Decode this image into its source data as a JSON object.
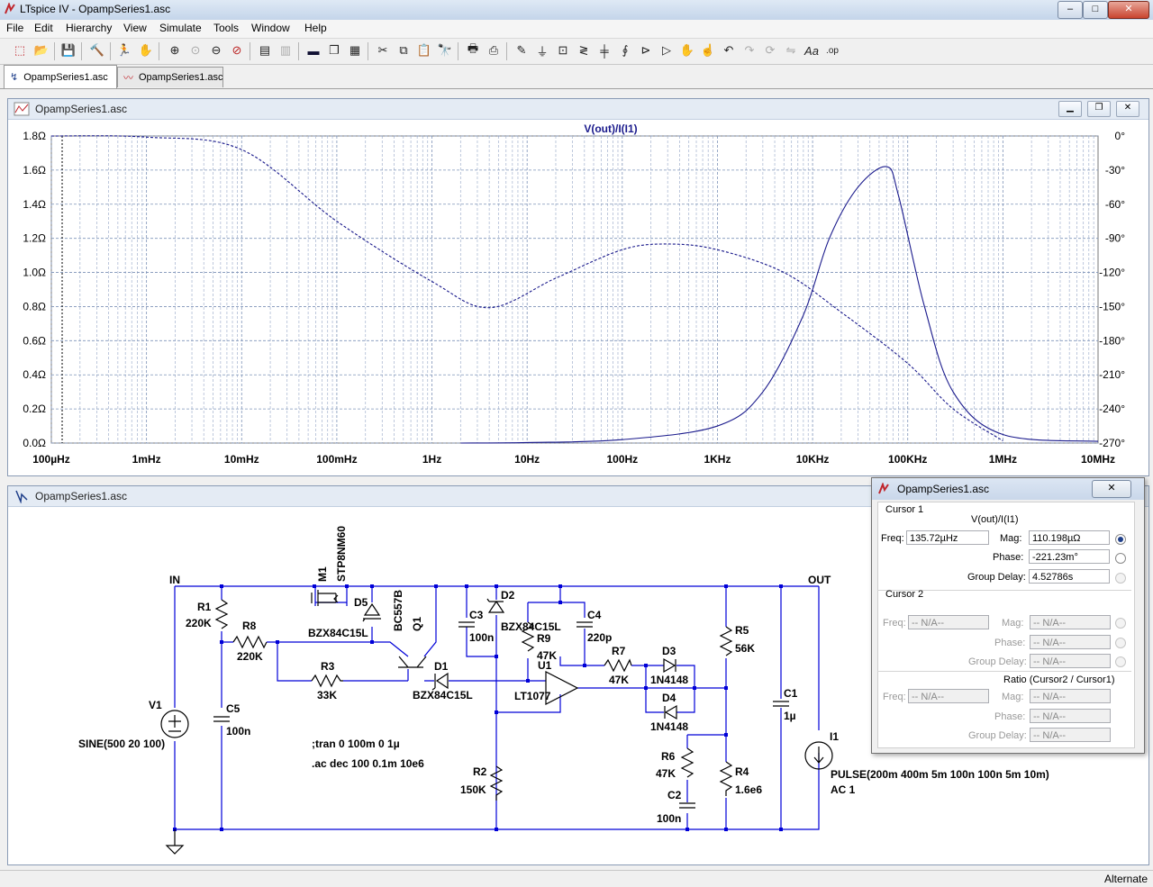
{
  "window": {
    "title": "LTspice IV - OpampSeries1.asc",
    "minimize": "–",
    "maximize": "□",
    "close": "✕"
  },
  "menu": [
    "File",
    "Edit",
    "Hierarchy",
    "View",
    "Simulate",
    "Tools",
    "Window",
    "Help"
  ],
  "tabs": [
    {
      "label": "OpampSeries1.asc",
      "active": true
    },
    {
      "label": "OpampSeries1.asc",
      "active": false
    }
  ],
  "plot_window": {
    "title": "OpampSeries1.asc",
    "trace_label": "V(out)/I(I1)"
  },
  "chart_data": {
    "type": "line",
    "title": "V(out)/I(I1)",
    "x_scale": "log",
    "xlim": [
      0.0001,
      10000000
    ],
    "x_ticks": [
      "100µHz",
      "1mHz",
      "10mHz",
      "100mHz",
      "1Hz",
      "10Hz",
      "100Hz",
      "1KHz",
      "10KHz",
      "100KHz",
      "1MHz",
      "10MHz"
    ],
    "y_left_label_unit": "Ω",
    "y_left_ticks": [
      "1.8Ω",
      "1.6Ω",
      "1.4Ω",
      "1.2Ω",
      "1.0Ω",
      "0.8Ω",
      "0.6Ω",
      "0.4Ω",
      "0.2Ω",
      "0.0Ω"
    ],
    "ylim_left": [
      0,
      1.8
    ],
    "y_right_ticks": [
      "0°",
      "-30°",
      "-60°",
      "-90°",
      "-120°",
      "-150°",
      "-180°",
      "-210°",
      "-240°",
      "-270°"
    ],
    "ylim_right": [
      -270,
      0
    ],
    "grid": true,
    "series": [
      {
        "name": "Magnitude",
        "axis": "left",
        "style": "solid",
        "color": "#1a1a8c",
        "x": [
          2,
          10,
          100,
          1000,
          3000,
          8000,
          15000,
          30000,
          60000,
          80000,
          150000,
          300000,
          1000000,
          10000000
        ],
        "y": [
          0,
          0.003,
          0.02,
          0.1,
          0.3,
          0.75,
          1.2,
          1.5,
          1.62,
          1.45,
          0.8,
          0.3,
          0.05,
          0.01
        ]
      },
      {
        "name": "Phase",
        "axis": "right",
        "style": "dashed",
        "color": "#1a1a8c",
        "x": [
          0.0001,
          0.001,
          0.01,
          0.1,
          1,
          4,
          20,
          100,
          300,
          1000,
          5000,
          20000,
          100000,
          300000,
          1000000
        ],
        "y": [
          0,
          -1,
          -12,
          -75,
          -128,
          -151,
          -125,
          -100,
          -95,
          -100,
          -120,
          -155,
          -200,
          -240,
          -268
        ]
      }
    ]
  },
  "schematic_window": {
    "title": "OpampSeries1.asc"
  },
  "schematic": {
    "nets": {
      "in": "IN",
      "out": "OUT"
    },
    "parts": {
      "R1": [
        "R1",
        "220K"
      ],
      "R8": [
        "R8",
        "220K"
      ],
      "R3": [
        "R3",
        "33K"
      ],
      "R9": [
        "R9",
        "47K"
      ],
      "R7": [
        "R7",
        "47K"
      ],
      "R5": [
        "R5",
        "56K"
      ],
      "R6": [
        "R6",
        "47K"
      ],
      "R4": [
        "R4",
        "1.6e6"
      ],
      "R2": [
        "R2",
        "150K"
      ],
      "C5": [
        "C5",
        "100n"
      ],
      "C3": [
        "C3",
        "100n"
      ],
      "C4": [
        "C4",
        "220p"
      ],
      "C1": [
        "C1",
        "1µ"
      ],
      "C2": [
        "C2",
        "100n"
      ],
      "D5": [
        "D5",
        "BZX84C15L"
      ],
      "D2": [
        "D2",
        "BZX84C15L"
      ],
      "D1": [
        "D1",
        "BZX84C15L"
      ],
      "D3": [
        "D3",
        "1N4148"
      ],
      "D4": [
        "D4",
        "1N4148"
      ],
      "M1": [
        "M1",
        "STP8NM60"
      ],
      "Q1": [
        "Q1",
        "BC557B"
      ],
      "U1": [
        "U1",
        "LT1077"
      ],
      "V1": [
        "V1",
        "SINE(500 20 100)"
      ],
      "I1": [
        "I1",
        "PULSE(200m 400m 5m 100n 100n 5m 10m)",
        "AC 1"
      ]
    },
    "directives": [
      ";tran 0 100m 0 1µ",
      ".ac dec 100 0.1m 10e6"
    ]
  },
  "cursor_dialog": {
    "title": "OpampSeries1.asc",
    "cursor1": {
      "header": "Cursor 1",
      "trace": "V(out)/I(I1)",
      "freq_label": "Freq:",
      "freq": "135.72µHz",
      "mag_label": "Mag:",
      "mag": "110.198µΩ",
      "phase_label": "Phase:",
      "phase": "-221.23m°",
      "gd_label": "Group Delay:",
      "gd": "4.52786s"
    },
    "cursor2": {
      "header": "Cursor 2",
      "freq_label": "Freq:",
      "freq": "-- N/A--",
      "mag_label": "Mag:",
      "mag": "-- N/A--",
      "phase_label": "Phase:",
      "phase": "-- N/A--",
      "gd_label": "Group Delay:",
      "gd": "-- N/A--"
    },
    "ratio": {
      "header": "Ratio (Cursor2 / Cursor1)",
      "freq_label": "Freq:",
      "freq": "-- N/A--",
      "mag_label": "Mag:",
      "mag": "-- N/A--",
      "phase_label": "Phase:",
      "phase": "-- N/A--",
      "gd_label": "Group Delay:",
      "gd": "-- N/A--"
    }
  },
  "status": {
    "text": "Alternate"
  },
  "icons": [
    "ltspice-logo-icon",
    "new-schematic-icon",
    "open-icon",
    "save-icon",
    "control-panel-icon",
    "run-icon",
    "halt-icon",
    "zoom-in-icon",
    "zoom-pan-icon",
    "zoom-out-icon",
    "zoom-cancel-icon",
    "autorange-icon",
    "fit-icon",
    "tile-horizontal-icon",
    "cascade-icon",
    "tile-vertical-icon",
    "cut-icon",
    "copy-icon",
    "paste-icon",
    "find-icon",
    "print-setup-icon",
    "print-icon",
    "draw-wire-icon",
    "ground-icon",
    "label-net-icon",
    "resistor-icon",
    "capacitor-icon",
    "inductor-icon",
    "diode-icon",
    "component-icon",
    "move-icon",
    "drag-icon",
    "undo-icon",
    "redo-icon",
    "rotate-icon",
    "mirror-icon",
    "text-icon",
    "spice-directive-icon"
  ]
}
